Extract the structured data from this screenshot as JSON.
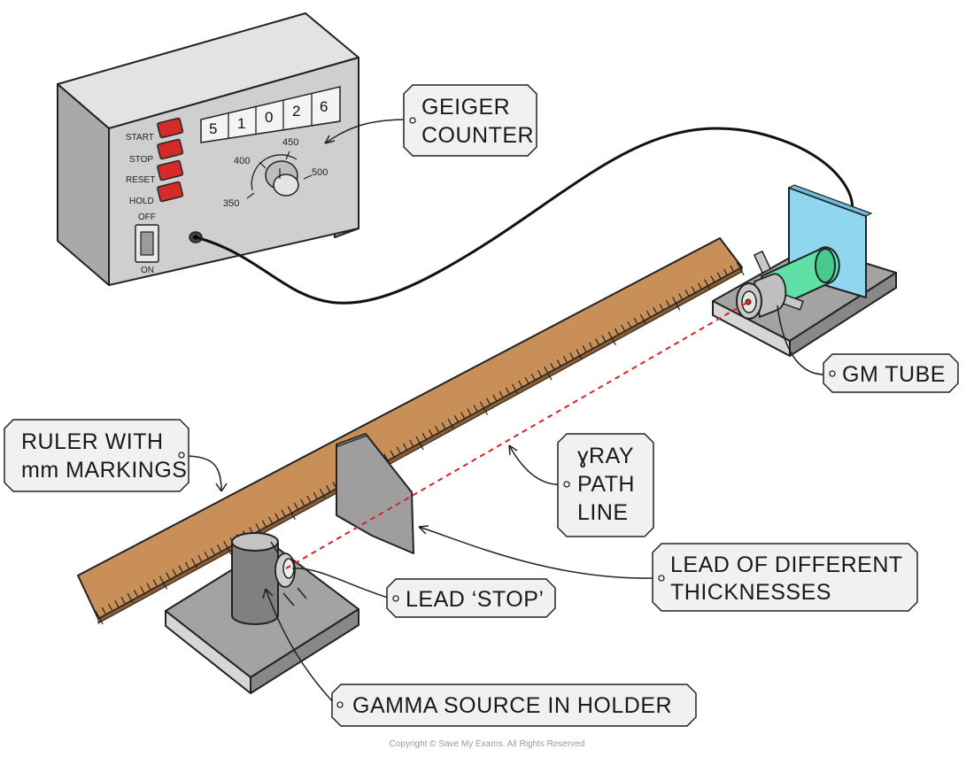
{
  "counter": {
    "buttons": [
      "START",
      "STOP",
      "RESET",
      "HOLD"
    ],
    "switch_off": "OFF",
    "switch_on": "ON",
    "digits": [
      "5",
      "1",
      "0",
      "2",
      "6"
    ],
    "dial": [
      "350",
      "400",
      "450",
      "500"
    ]
  },
  "labels": {
    "geiger": [
      "GEIGER",
      "COUNTER"
    ],
    "gm_tube": "GM TUBE",
    "ruler": [
      "RULER WITH",
      "mm MARKINGS"
    ],
    "gamma_ray": [
      "ɣRAY",
      "PATH",
      "LINE"
    ],
    "lead_thick": [
      "LEAD OF DIFFERENT",
      "THICKNESSES"
    ],
    "lead_stop": "LEAD ‘STOP’",
    "gamma_source": "GAMMA SOURCE IN HOLDER"
  },
  "copyright": "Copyright © Save My Exams. All Rights Reserved",
  "colors": {
    "button_red": "#d42a2a",
    "ruler_wood": "#c98f58",
    "gm_tube_green": "#5fe0a6",
    "gm_window_blue": "#8fd6ee",
    "ray_red": "#e02020"
  }
}
